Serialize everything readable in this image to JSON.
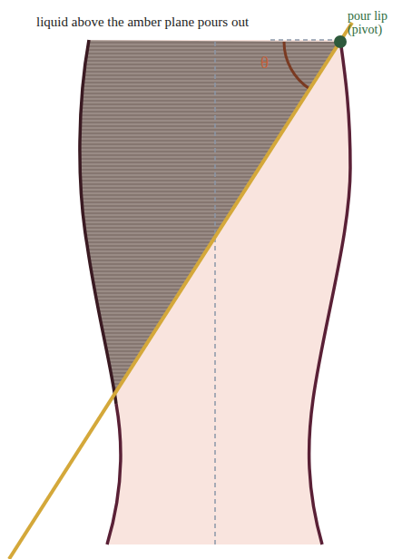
{
  "diagram": {
    "labels": [
      "liquid above the amber plane pours out",
      "pour lip (pivot)",
      "θ"
    ]
  }
}
